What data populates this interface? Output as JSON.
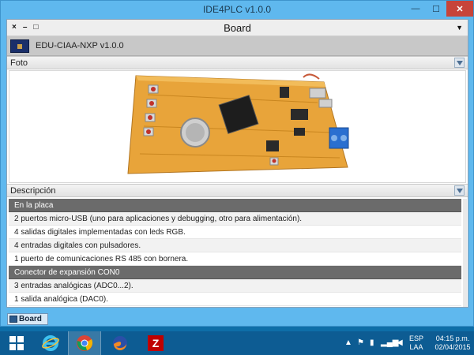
{
  "window": {
    "title": "IDE4PLC v1.0.0",
    "min_glyph": "—",
    "max_glyph": "☐",
    "close_glyph": "✕"
  },
  "frame": {
    "title": "Board",
    "icons": [
      "×",
      "–",
      "□"
    ],
    "menu_glyph": "▼"
  },
  "board": {
    "name": "EDU-CIAA-NXP v1.0.0"
  },
  "sections": {
    "photo": "Foto",
    "description": "Descripción"
  },
  "description_items": [
    {
      "text": "En la placa",
      "group": true
    },
    {
      "text": "2 puertos micro-USB (uno para aplicaciones y debugging, otro para alimentación).",
      "group": false
    },
    {
      "text": "4 salidas digitales implementadas con leds RGB.",
      "group": false
    },
    {
      "text": "4 entradas digitales con pulsadores.",
      "group": false
    },
    {
      "text": "1 puerto de comunicaciones RS 485 con bornera.",
      "group": false
    },
    {
      "text": "Conector de expansión CON0",
      "group": true
    },
    {
      "text": "3 entradas analógicas (ADC0...2).",
      "group": false
    },
    {
      "text": "1 salida analógica (DAC0).",
      "group": false
    }
  ],
  "tab": {
    "label": "Board"
  },
  "taskbar": {
    "apps": [
      "internet-explorer",
      "chrome",
      "firefox",
      "filezilla"
    ],
    "active": "chrome",
    "lang": [
      "ESP",
      "LAA"
    ],
    "time": "04:15 p.m.",
    "date": "02/04/2015"
  },
  "colors": {
    "titlebar": "#5fb8ee",
    "close": "#c7443a",
    "group_row": "#6b6b6b",
    "taskbar": "#0d5c93",
    "pcb": "#e8a43a"
  }
}
